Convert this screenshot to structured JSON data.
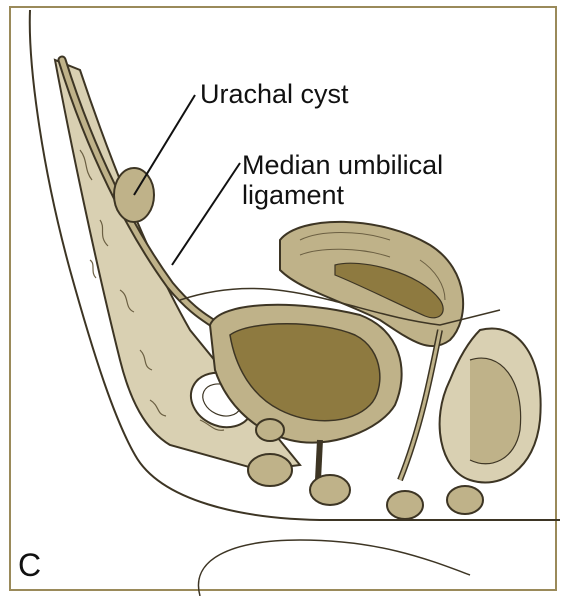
{
  "figure": {
    "panel_letter": "C",
    "labels": {
      "urachal_cyst": "Urachal cyst",
      "median_umbilical_ligament": "Median umbilical ligament"
    },
    "colors": {
      "tissue_fill": "#d9d0b2",
      "organ_fill": "#bfb289",
      "lumen_fill": "#8e7a40",
      "outline": "#3d3524",
      "frame": "#9a8a5a"
    }
  }
}
